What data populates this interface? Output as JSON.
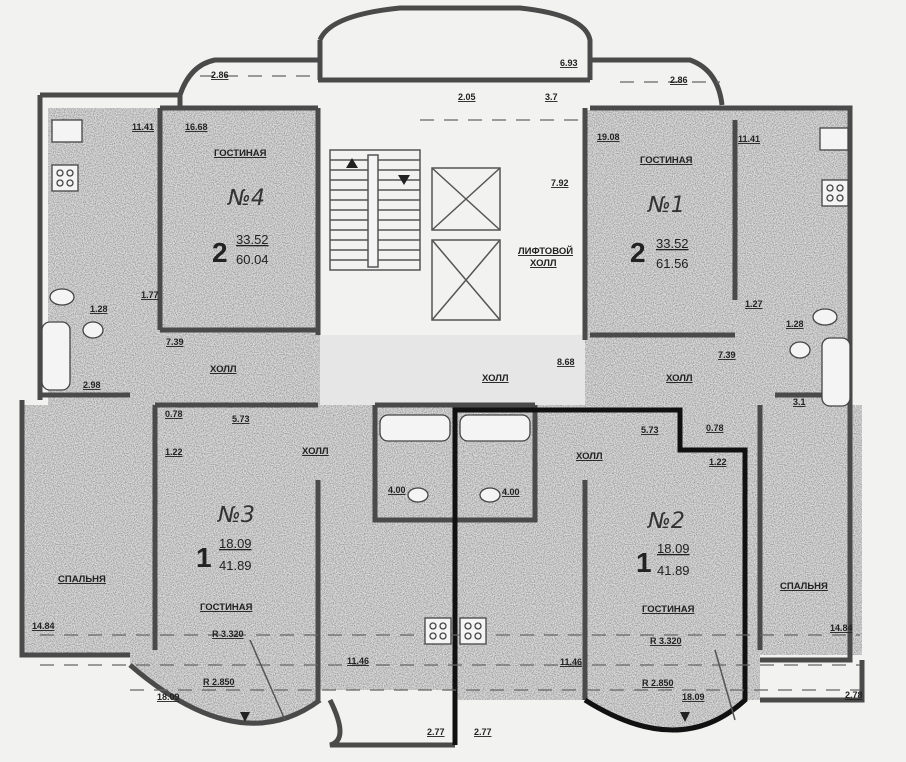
{
  "apartments": [
    {
      "number": "№4",
      "rooms": "2",
      "living_area": "33.52",
      "total_area": "60.04"
    },
    {
      "number": "№1",
      "rooms": "2",
      "living_area": "33.52",
      "total_area": "61.56"
    },
    {
      "number": "№3",
      "rooms": "1",
      "living_area": "18.09",
      "total_area": "41.89"
    },
    {
      "number": "№2",
      "rooms": "1",
      "living_area": "18.09",
      "total_area": "41.89"
    }
  ],
  "room_labels": {
    "living": "ГОСТИНАЯ",
    "bedroom": "СПАЛЬНЯ",
    "hall": "ХОЛЛ",
    "lift_hall_line1": "ЛИФТОВОЙ",
    "lift_hall_line2": "ХОЛЛ"
  },
  "areas": {
    "apt4": {
      "kitchen": "11.41",
      "living": "16.68",
      "balcony": "2.86",
      "corridor": "1.77",
      "wc": "1.28",
      "hall": "7.39",
      "bath": "2.98"
    },
    "apt1": {
      "living": "19.08",
      "kitchen": "11.41",
      "balcony": "2.86",
      "corridor": "1.27",
      "wc": "1.28",
      "hall": "7.39",
      "bath": "3.1"
    },
    "core": {
      "vestibule": "2.05",
      "garbage": "3.7",
      "balcony": "6.93",
      "lift_hall": "7.92",
      "hall": "8.68"
    },
    "apt3": {
      "closet": "0.78",
      "hall": "5.73",
      "storage": "1.22",
      "bath": "4.00",
      "bedroom": "14.84",
      "kitchen": "11.46",
      "living": "18.09",
      "balcony": "2.77",
      "radius_outer": "R 3.320",
      "radius_inner": "R 2.850"
    },
    "apt2": {
      "closet": "0.78",
      "hall": "5.73",
      "storage": "1.22",
      "bath": "4.00",
      "bedroom": "14.84",
      "kitchen": "11.46",
      "living": "18.09",
      "balcony": "2.77",
      "loggia": "2.78",
      "radius_outer": "R 3.320",
      "radius_inner": "R 2.850"
    }
  },
  "colors": {
    "paper": "#f2f2f0",
    "fill": "#c9c9c9",
    "wall": "#4a4a4a",
    "highlight": "#111111"
  }
}
